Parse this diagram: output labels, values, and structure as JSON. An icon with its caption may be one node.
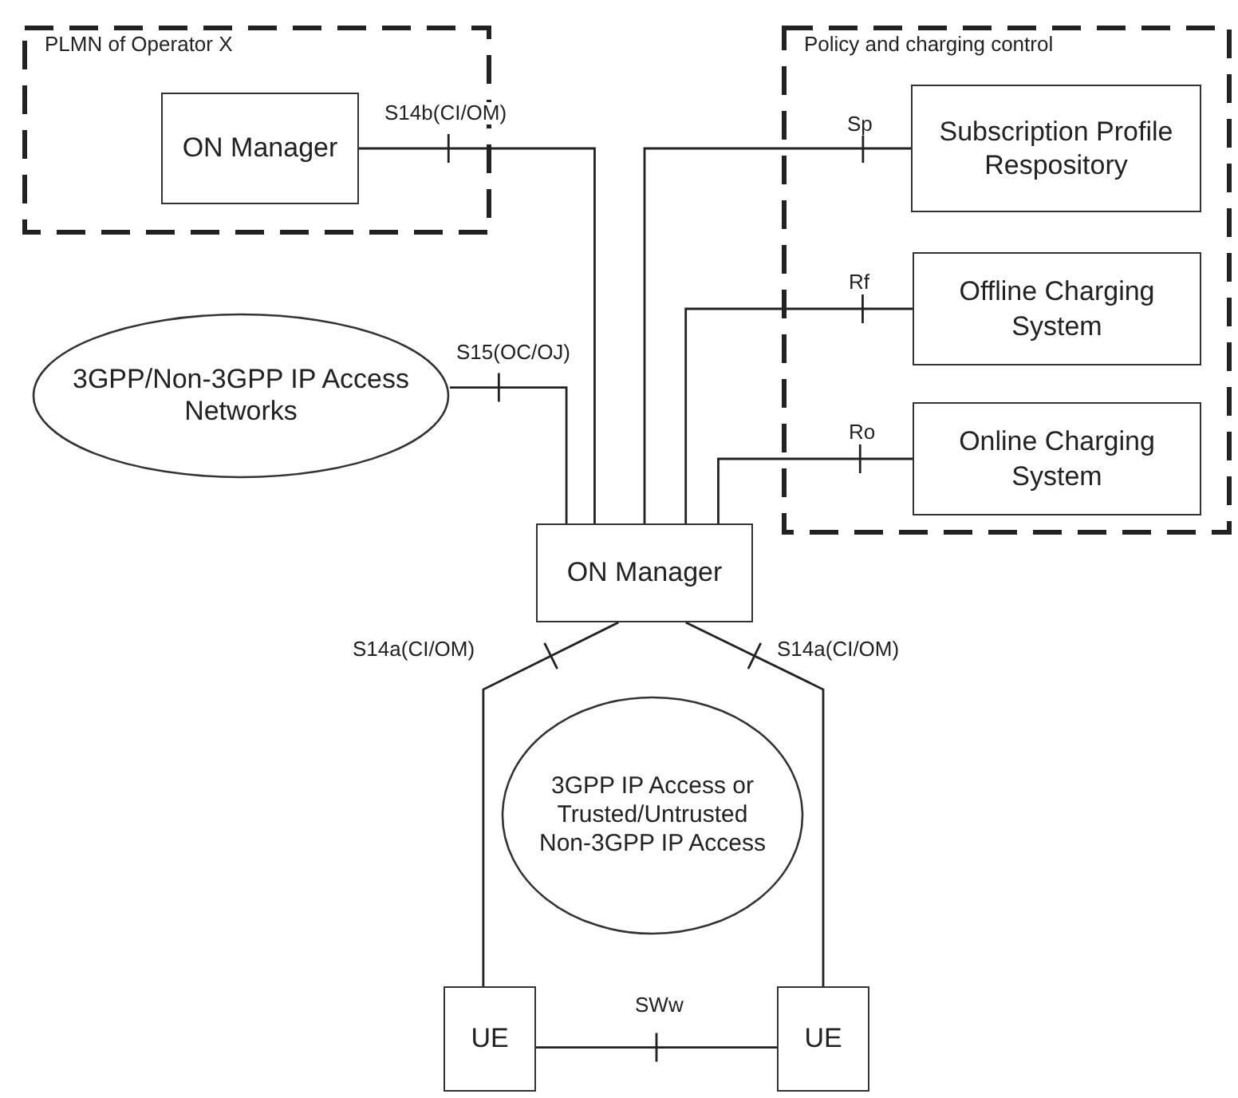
{
  "diagram": {
    "nodes": [
      {
        "text": [
          "PLMN of Operator X"
        ]
      },
      {
        "text": [
          "ON Manager"
        ],
        "in": 0
      },
      {
        "text": [
          "Policy and charging control"
        ]
      },
      {
        "text": [
          "Subscription Profile Respository"
        ],
        "in": 2
      },
      {
        "text": [
          "Offline Charging System"
        ],
        "in": 2
      },
      {
        "text": [
          "Online Charging System"
        ],
        "in": 2
      },
      {
        "text": [
          "3GPP/Non-3GPP IP Access Networks"
        ]
      },
      {
        "text": [
          "ON Manager"
        ]
      },
      {
        "text": [
          "3GPP IP Access or Trusted/Untrusted Non-3GPP IP Access"
        ]
      },
      {
        "text": [
          "UE"
        ]
      },
      {
        "text": [
          "UE"
        ]
      }
    ],
    "edges": [
      {
        "from": 1,
        "to": 7,
        "arrow": "none",
        "label": "S14b(CI/OM)"
      },
      {
        "from": 6,
        "to": 7,
        "arrow": "none",
        "label": "S15(OC/OJ)"
      },
      {
        "from": 7,
        "to": 3,
        "arrow": "none",
        "label": "Sp"
      },
      {
        "from": 7,
        "to": 4,
        "arrow": "none",
        "label": "Rf"
      },
      {
        "from": 7,
        "to": 5,
        "arrow": "none",
        "label": "Ro"
      },
      {
        "from": 7,
        "to": 9,
        "arrow": "none",
        "label": "S14a(CI/OM)"
      },
      {
        "from": 7,
        "to": 10,
        "arrow": "none",
        "label": "S14a(CI/OM)"
      },
      {
        "from": 9,
        "to": 10,
        "arrow": "none",
        "label": "SWw"
      }
    ]
  }
}
